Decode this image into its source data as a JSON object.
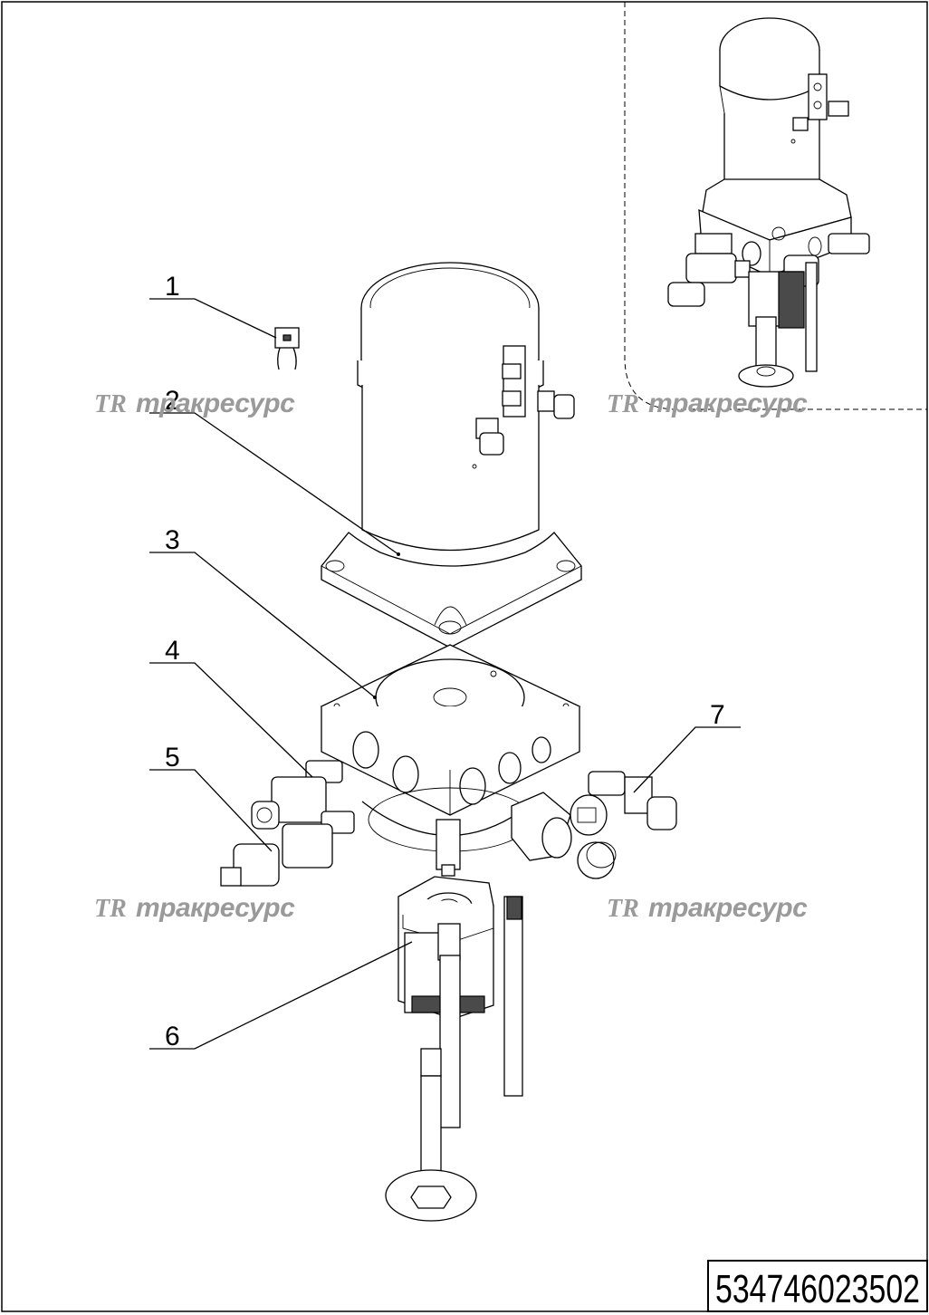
{
  "callouts": [
    {
      "id": "1",
      "label": "1"
    },
    {
      "id": "2",
      "label": "2"
    },
    {
      "id": "3",
      "label": "3"
    },
    {
      "id": "4",
      "label": "4"
    },
    {
      "id": "5",
      "label": "5"
    },
    {
      "id": "6",
      "label": "6"
    },
    {
      "id": "7",
      "label": "7"
    }
  ],
  "watermark": {
    "logo": "TR",
    "text": "тракресурс",
    "color": "#9a9a9a"
  },
  "document_number": "534746023502"
}
